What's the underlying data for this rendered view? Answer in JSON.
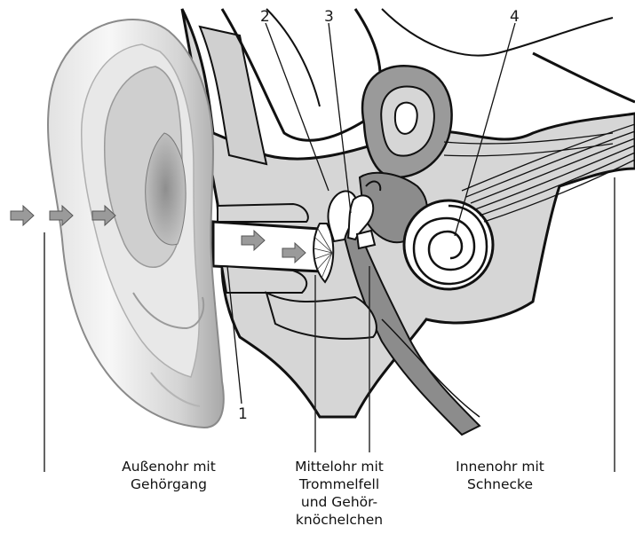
{
  "figure": {
    "numbers": [
      "1",
      "2",
      "3",
      "4"
    ],
    "captions": {
      "outer": [
        "Außenohr mit",
        "Gehörgang"
      ],
      "middle": [
        "Mittelohr mit",
        "Trommelfell",
        "und Gehör-",
        "knöchelchen"
      ],
      "inner": [
        "Innenohr mit",
        "Schnecke"
      ]
    }
  },
  "colors": {
    "bone_fill": "#d6d6d6",
    "dark_tissue": "#8c8c8c",
    "outline": "#111111",
    "arrow": "#9a9a9a",
    "ear_light": "#f2f2f2",
    "ear_shadow": "#9c9c9c"
  }
}
